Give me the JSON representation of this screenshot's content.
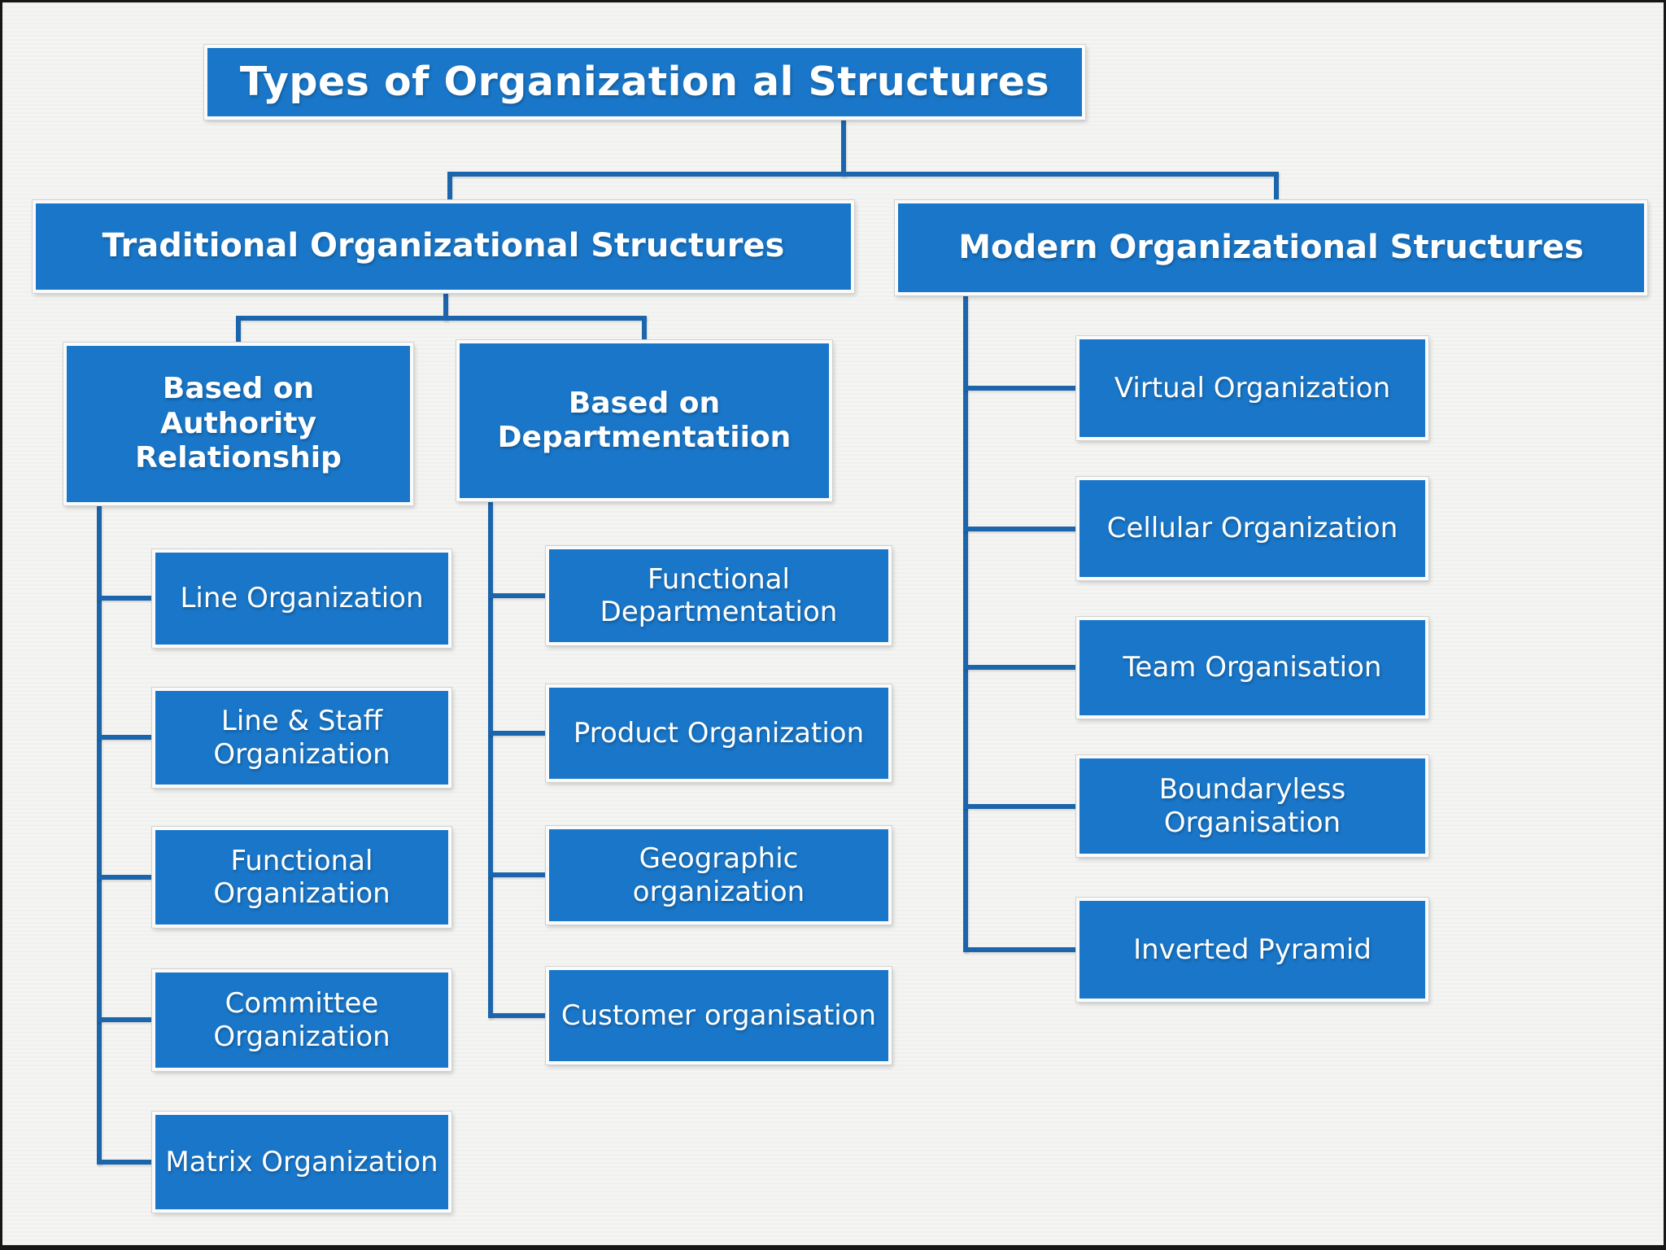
{
  "colors": {
    "node_fill": "#1976c8",
    "connector": "#1b65ad",
    "background": "#f4f4f2",
    "text": "#ffffff"
  },
  "title": {
    "label": "Types of Organization al Structures"
  },
  "level2": {
    "traditional": {
      "label": "Traditional Organizational Structures"
    },
    "modern": {
      "label": "Modern Organizational Structures"
    }
  },
  "traditional_groups": [
    {
      "label": "Based on Authority Relationship",
      "children": [
        "Line Organization",
        "Line & Staff Organization",
        "Functional Organization",
        "Committee Organization",
        "Matrix Organization"
      ]
    },
    {
      "label": "Based on Departmentatiion",
      "children": [
        "Functional Departmentation",
        "Product Organization",
        "Geographic organization",
        "Customer organisation"
      ]
    }
  ],
  "modern_children": [
    "Virtual Organization",
    "Cellular Organization",
    "Team Organisation",
    "Boundaryless Organisation",
    "Inverted Pyramid"
  ]
}
